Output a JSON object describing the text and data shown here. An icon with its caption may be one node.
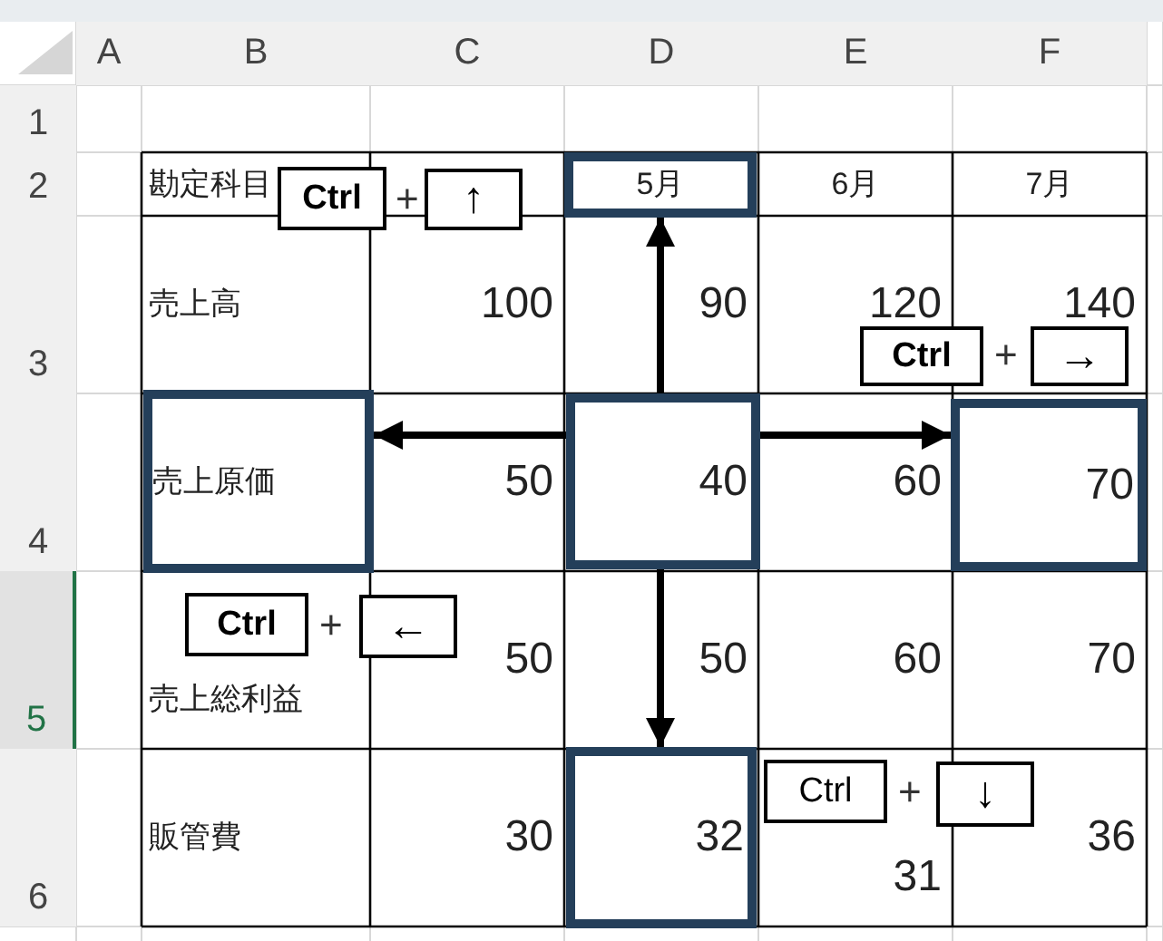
{
  "diagram": {
    "nodes": [
      {
        "text": [
          "5月"
        ]
      },
      {
        "text": [
          "Ctrl"
        ]
      },
      {
        "text": [
          "↑"
        ]
      },
      {
        "text": [
          "Ctrl"
        ]
      },
      {
        "text": [
          "→"
        ]
      },
      {
        "text": [
          "売上原価"
        ]
      },
      {
        "text": [
          "40"
        ]
      },
      {
        "text": [
          "70"
        ]
      },
      {
        "text": [
          "Ctrl"
        ]
      },
      {
        "text": [
          "←"
        ]
      },
      {
        "text": [
          "32"
        ]
      },
      {
        "text": [
          "Ctrl"
        ]
      },
      {
        "text": [
          "↓"
        ]
      }
    ],
    "edges": [
      {
        "from": 6,
        "to": 0,
        "arrow": "to"
      },
      {
        "from": 6,
        "to": 5,
        "arrow": "to"
      },
      {
        "from": 6,
        "to": 7,
        "arrow": "to"
      },
      {
        "from": 6,
        "to": 10,
        "arrow": "to"
      }
    ],
    "labels": [
      "A",
      "B",
      "C",
      "D",
      "E",
      "F",
      "1",
      "2",
      "3",
      "4",
      "5",
      "6",
      "勘定科目",
      "+",
      "6月",
      "7月",
      "売上高",
      "100",
      "90",
      "120",
      "140",
      "+",
      "50",
      "60",
      "+",
      "売上総利益",
      "50",
      "50",
      "60",
      "70",
      "+",
      "販管費",
      "30",
      "31",
      "36"
    ]
  }
}
